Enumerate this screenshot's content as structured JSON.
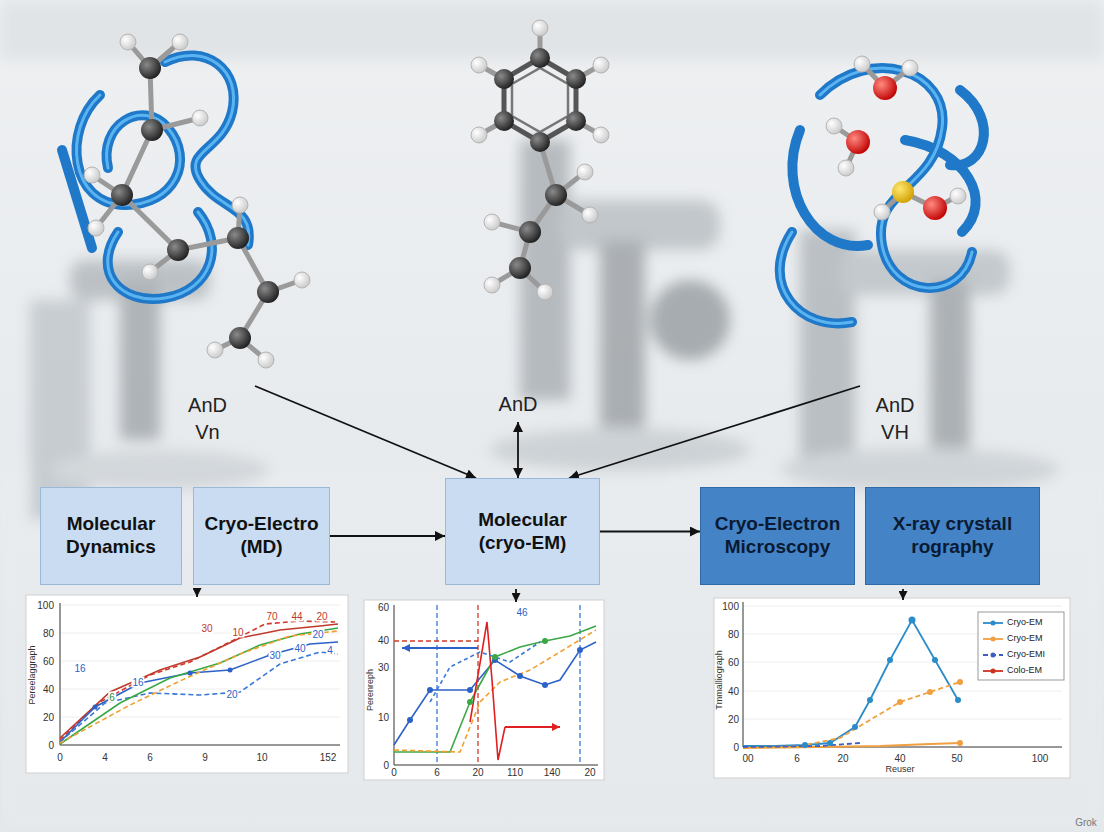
{
  "diagram": {
    "nodes": [
      {
        "text": [
          "AnD",
          "Vn"
        ]
      },
      {
        "text": [
          "AnD"
        ]
      },
      {
        "text": [
          "AnD",
          "VH"
        ]
      },
      {
        "text": [
          "Molecular Dynamics"
        ]
      },
      {
        "text": [
          "Cryo-Electro (MD)"
        ]
      },
      {
        "text": [
          "Molecular (cryo-EM)"
        ]
      },
      {
        "text": [
          "Cryo-Electron Microscopy"
        ]
      },
      {
        "text": [
          "X-ray crystall rography"
        ]
      }
    ],
    "edges": [
      {
        "from": 0,
        "to": 5,
        "arrow": "to"
      },
      {
        "from": 1,
        "to": 5,
        "arrow": "both"
      },
      {
        "from": 2,
        "to": 5,
        "arrow": "to"
      },
      {
        "from": 4,
        "to": 5,
        "arrow": "to"
      },
      {
        "from": 5,
        "to": 6,
        "arrow": "to"
      }
    ],
    "labels": [
      "Pereelaggraph",
      "100",
      "80",
      "60",
      "40",
      "20",
      "0",
      "0",
      "4",
      "6",
      "9",
      "10",
      "152",
      "70",
      "44",
      "20",
      "30",
      "10",
      "20",
      "40",
      "4",
      "30",
      "16",
      "16",
      "20",
      "6",
      "Perenreph",
      "60",
      "40",
      "30",
      "10",
      "0",
      "0",
      "6",
      "20",
      "110",
      "140",
      "20",
      "46",
      "Tmmalliograph",
      "100",
      "80",
      "60",
      "40",
      "20",
      "0",
      "00",
      "6",
      "20",
      "40",
      "50",
      "100",
      "Reuser",
      "Grok"
    ],
    "legend": [
      {
        "text": "Cryo-EM"
      },
      {
        "text": "Cryo-EM"
      },
      {
        "text": "Cryo-EMI"
      },
      {
        "text": "Colo-EM"
      }
    ]
  }
}
